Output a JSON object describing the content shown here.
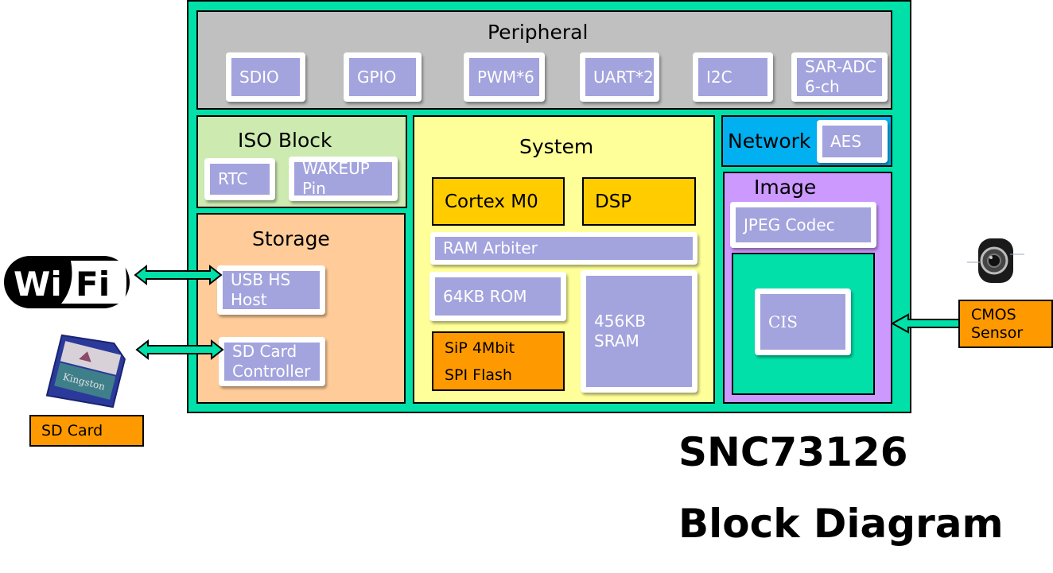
{
  "title": {
    "chip": "SNC73126",
    "subtitle": "Block Diagram"
  },
  "colors": {
    "chip_frame": "#00e0a8",
    "peripheral": "#c0c0c0",
    "iso_block": "#cdebb1",
    "storage": "#ffcc99",
    "system": "#ffff99",
    "network": "#00b0f0",
    "image": "#cc99ff",
    "block_fill": "#a3a3de",
    "core_fill": "#ffcc00",
    "external_label": "#ff9900"
  },
  "peripheral": {
    "title": "Peripheral",
    "blocks": [
      "SDIO",
      "GPIO",
      "PWM*6",
      "UART*2",
      "I2C",
      "SAR-ADC\n6-ch"
    ]
  },
  "iso_block": {
    "title": "ISO Block",
    "blocks": [
      "RTC",
      "WAKEUP Pin"
    ]
  },
  "storage": {
    "title": "Storage",
    "blocks": [
      "USB HS\nHost",
      "SD Card\nController"
    ]
  },
  "system": {
    "title": "System",
    "cortex": "Cortex M0",
    "dsp": "DSP",
    "ram_arbiter": "RAM Arbiter",
    "rom": "64KB ROM",
    "sram": "456KB SRAM",
    "flash": "SiP 4Mbit\nSPI Flash"
  },
  "network": {
    "title": "Network",
    "blocks": [
      "AES"
    ]
  },
  "image": {
    "title": "Image",
    "jpeg": "JPEG Codec",
    "cis": "CIS"
  },
  "external": {
    "wifi_logo": "Wi Fi",
    "sd_card_label": "SD Card",
    "cmos_label": "CMOS\nSensor"
  },
  "connections": [
    {
      "from": "wifi",
      "to": "USB HS Host",
      "direction": "bidirectional"
    },
    {
      "from": "SD Card",
      "to": "SD Card Controller",
      "direction": "bidirectional"
    },
    {
      "from": "CMOS Sensor",
      "to": "Image",
      "direction": "inbound"
    }
  ]
}
